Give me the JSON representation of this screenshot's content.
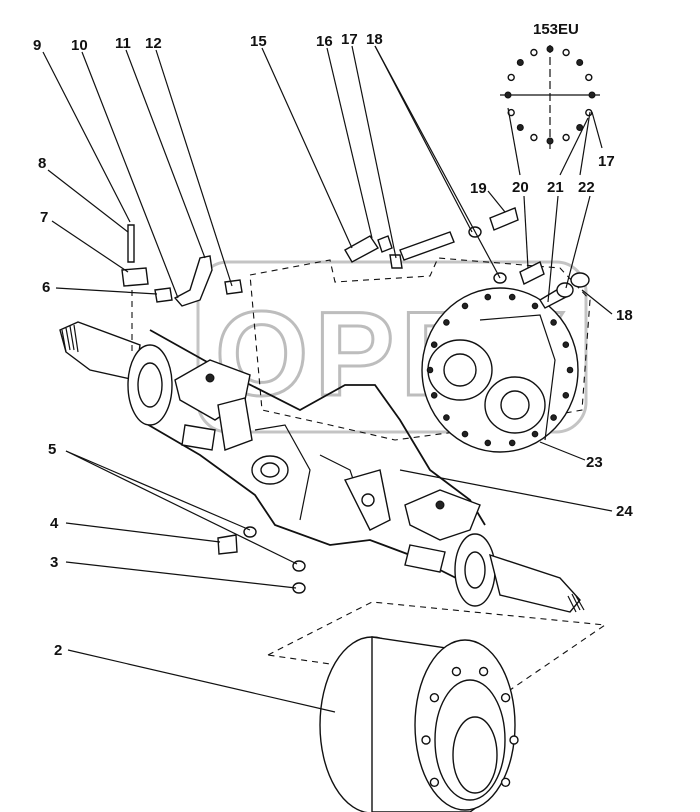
{
  "diagram": {
    "detail_label": "153EU",
    "callouts": [
      "9",
      "10",
      "11",
      "12",
      "15",
      "16",
      "17",
      "18",
      "8",
      "7",
      "6",
      "19",
      "20",
      "21",
      "22",
      "17",
      "18",
      "23",
      "24",
      "5",
      "4",
      "3",
      "2"
    ],
    "watermark": "OPEX"
  }
}
